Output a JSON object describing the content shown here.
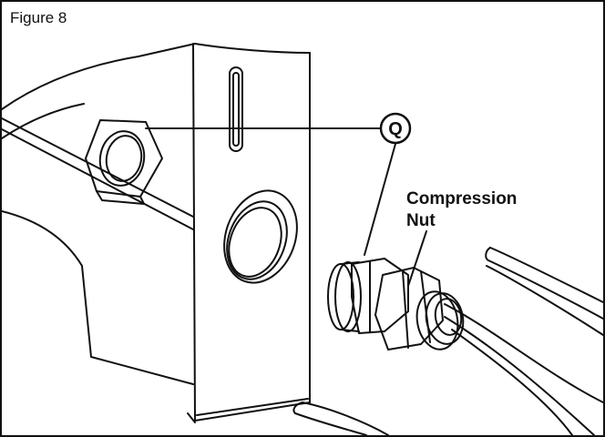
{
  "figure": {
    "label": "Figure 8"
  },
  "callouts": {
    "q_letter": "Q",
    "compression_nut_line1": "Compression",
    "compression_nut_line2": "Nut"
  },
  "colors": {
    "line": "#111111",
    "background": "#ffffff"
  }
}
